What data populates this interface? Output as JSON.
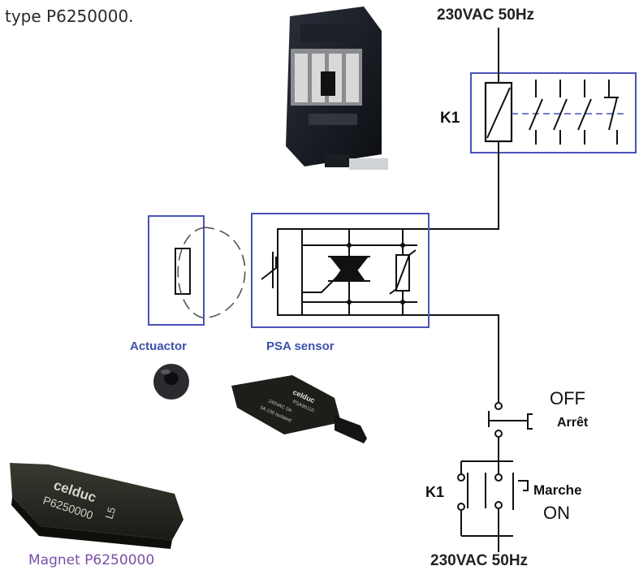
{
  "intro_text": "type P6250000.",
  "supply_top": "230VAC 50Hz",
  "supply_bottom": "230VAC 50Hz",
  "relay_label": "K1",
  "actuator_label": "Actuactor",
  "sensor_label": "PSA sensor",
  "off_label": "OFF",
  "arret_label": "Arrêt",
  "k1_contact_label": "K1",
  "marche_label": "Marche",
  "on_label": "ON",
  "magnet_caption": "Magnet P6250000",
  "sensor_product_text": {
    "brand": "celduc",
    "model": "PSA90110",
    "line1": "240VAC 0A",
    "line2": "0A 100 Isolated"
  },
  "magnet_product_text": {
    "brand": "celduc",
    "model": "P6250000",
    "mark": "L5"
  },
  "colors": {
    "box_outline": "#4a52b8",
    "wire": "#111111",
    "label_blue": "#3c52a8",
    "caption": "#7a4fa6"
  }
}
